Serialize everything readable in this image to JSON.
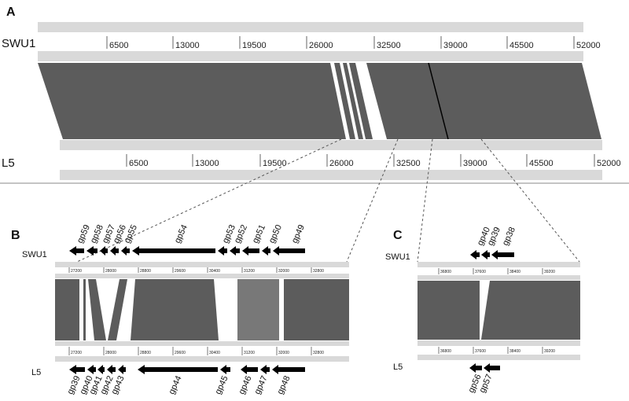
{
  "panels": {
    "A": {
      "letter": "A",
      "top_genome": "SWU1",
      "bottom_genome": "L5",
      "top_ticks": [
        "6500",
        "13000",
        "19500",
        "26000",
        "32500",
        "39000",
        "45500",
        "52000"
      ],
      "bottom_ticks": [
        "6500",
        "13000",
        "19500",
        "26000",
        "32500",
        "39000",
        "45500",
        "52000"
      ]
    },
    "B": {
      "letter": "B",
      "top_genome": "SWU1",
      "bottom_genome": "L5",
      "top_ticks": [
        "27200",
        "28000",
        "28800",
        "29600",
        "30400",
        "31200",
        "32000",
        "32800"
      ],
      "bottom_ticks": [
        "27200",
        "28000",
        "28800",
        "29600",
        "30400",
        "31200",
        "32000",
        "32800"
      ],
      "top_genes": [
        "gp59",
        "gp58",
        "gp57",
        "gp56",
        "gp55",
        "gp54",
        "gp53",
        "gp52",
        "gp51",
        "gp50",
        "gp49"
      ],
      "bottom_genes": [
        "gp39",
        "gp40",
        "gp41",
        "gp42",
        "gp43",
        "gp44",
        "gp45",
        "gp46",
        "gp47",
        "gp48"
      ]
    },
    "C": {
      "letter": "C",
      "top_genome": "SWU1",
      "bottom_genome": "L5",
      "top_ticks": [
        "36800",
        "37600",
        "38400",
        "39200"
      ],
      "bottom_ticks": [
        "36800",
        "37600",
        "38400",
        "39200"
      ],
      "top_genes": [
        "gp40",
        "gp39",
        "gp38"
      ],
      "bottom_genes": [
        "gp56",
        "gp57"
      ]
    }
  },
  "colors": {
    "homology": "#5c5c5c",
    "homology_light": "#787878",
    "track": "#d9d9d9",
    "gene_arrow": "#000000"
  }
}
